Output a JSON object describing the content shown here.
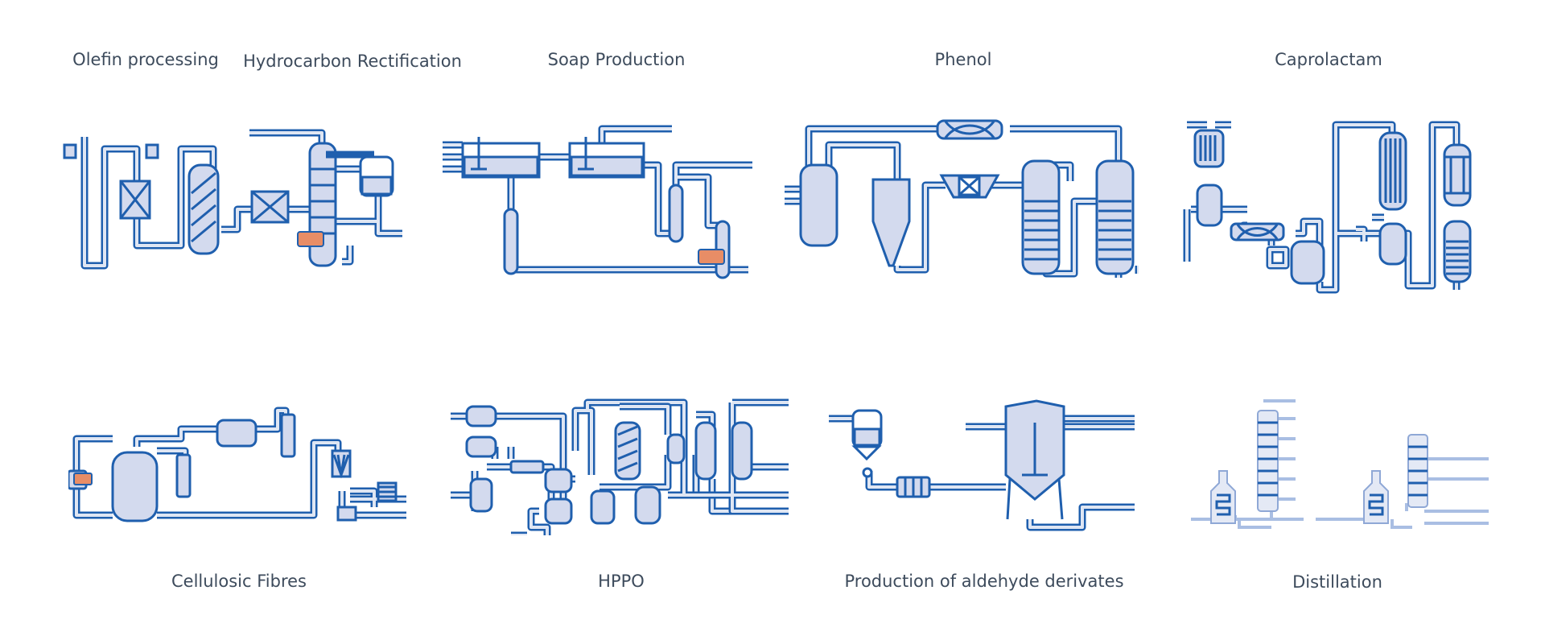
{
  "processes": {
    "olefin": "Olefin processing",
    "hydrocarbon": "Hydrocarbon Rectification",
    "soap": "Soap Production",
    "phenol": "Phenol",
    "caprolactam": "Caprolactam",
    "cellulosic": "Cellulosic Fibres",
    "hppo": "HPPO",
    "aldehyde": "Production of aldehyde derivates",
    "distillation": "Distillation"
  },
  "colors": {
    "line": "#1f5fae",
    "fill": "#d3daee",
    "accent": "#e88d66",
    "light_line": "#a9bee3",
    "text": "#3d4b5c"
  }
}
